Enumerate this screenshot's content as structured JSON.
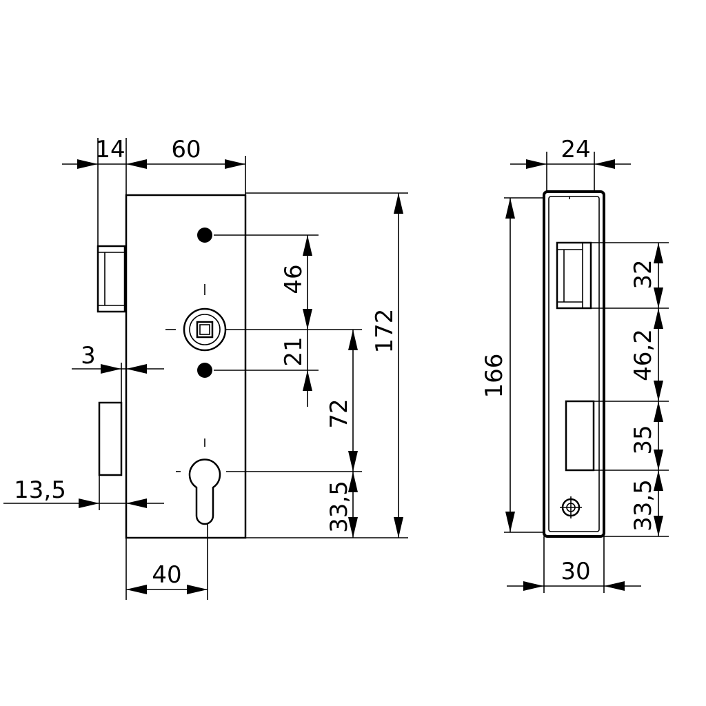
{
  "front_view": {
    "dims": {
      "top_left": "14",
      "top_width": "60",
      "gap_small": "3",
      "backset_offset": "13,5",
      "backset": "40",
      "hole_spacing": "46",
      "hole_spacing_lower": "21",
      "center_distance": "72",
      "cylinder_offset": "33,5",
      "height": "172"
    }
  },
  "side_view": {
    "dims": {
      "width_top": "24",
      "width_bottom": "30",
      "height": "166",
      "latch_height": "32",
      "gap_middle": "46,2",
      "bolt_height": "35",
      "bottom_offset": "33,5"
    }
  }
}
